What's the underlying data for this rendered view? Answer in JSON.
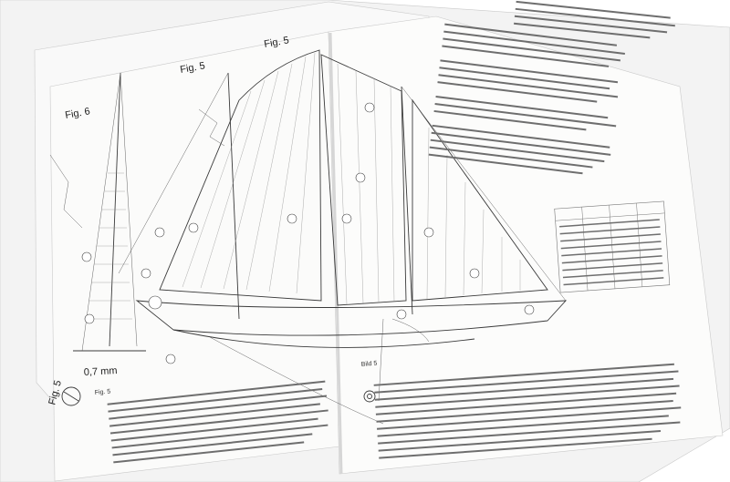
{
  "labels": {
    "fig5_a": "Fig. 5",
    "fig5_b": "Fig. 5",
    "fig6": "Fig. 6",
    "fig5_bottom": "Fig. 5",
    "measure": "0,7 mm",
    "section_a": "Fig. 5",
    "section_b": "Bild 5"
  },
  "colors": {
    "paper": "#f7f7f6",
    "ink": "#3a3a3a",
    "shadow": "#e4e4e4"
  }
}
